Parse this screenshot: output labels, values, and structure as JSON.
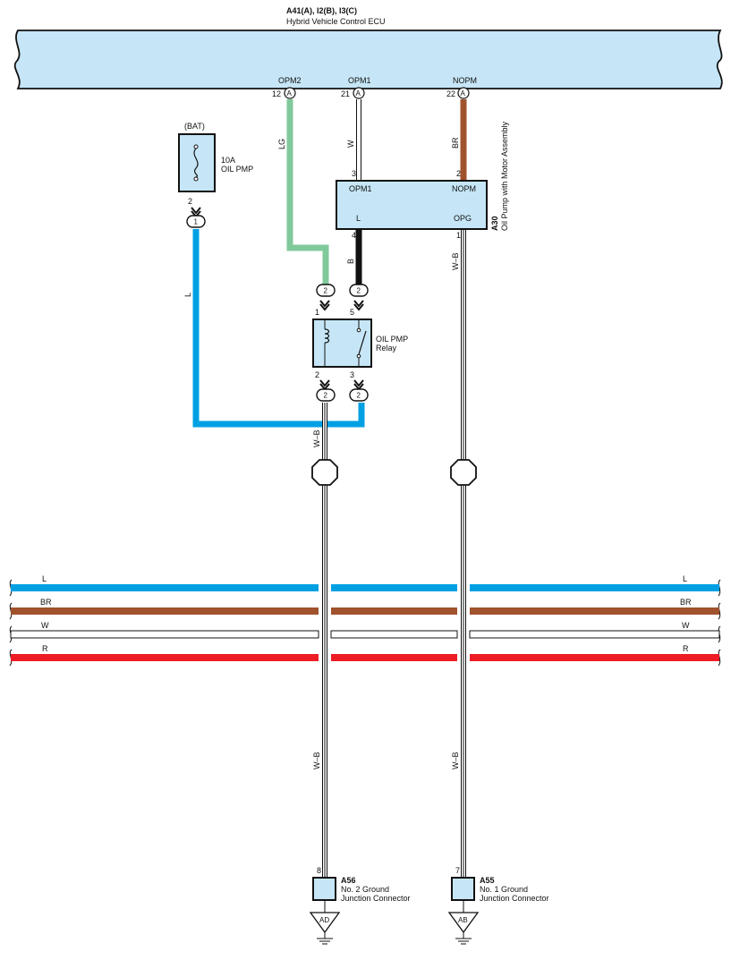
{
  "ecu": {
    "code": "A41(A), I2(B), I3(C)",
    "name": "Hybrid Vehicle Control ECU",
    "pins": [
      {
        "signal": "OPM2",
        "pin": "12",
        "conn": "A"
      },
      {
        "signal": "OPM1",
        "pin": "21",
        "conn": "A"
      },
      {
        "signal": "NOPM",
        "pin": "22",
        "conn": "A"
      }
    ]
  },
  "fuse": {
    "source": "(BAT)",
    "rating": "10A",
    "name": "OIL PMP",
    "pin": "2",
    "junction": "1"
  },
  "pump": {
    "code": "A30",
    "name": "Oil Pump with Motor Assembly",
    "terminals": {
      "opm1": "OPM1",
      "nopm": "NOPM",
      "l": "L",
      "opg": "OPG"
    },
    "pins": {
      "opm1": "3",
      "nopm": "2",
      "l": "4",
      "opg": "1"
    }
  },
  "relay": {
    "name_line1": "OIL PMP",
    "name_line2": "Relay",
    "pins": {
      "p1": "1",
      "p5": "5",
      "p2": "2",
      "p3": "3"
    },
    "connectors": {
      "top_left": "2",
      "top_right": "2",
      "bottom_left": "2",
      "bottom_right": "2"
    }
  },
  "wires": {
    "opm2": "LG",
    "opm1": "W",
    "nopm": "BR",
    "relay_l": "B",
    "fuse_l": "L",
    "ground_upper": "W–B",
    "pump_gnd_upper": "W–B",
    "ground_lower": "W–B",
    "pump_gnd_lower": "W–B"
  },
  "bus": [
    {
      "label": "L",
      "color": "#00a0e3"
    },
    {
      "label": "BR",
      "color": "#a0522d"
    },
    {
      "label": "W",
      "color": "#ffffff"
    },
    {
      "label": "R",
      "color": "#ee1c25"
    }
  ],
  "grounds": [
    {
      "code": "A56",
      "line1": "No.  2 Ground",
      "line2": "Junction Connector",
      "pin": "8",
      "point": "AD"
    },
    {
      "code": "A55",
      "line1": "No.  1 Ground",
      "line2": "Junction Connector",
      "pin": "7",
      "point": "AB"
    }
  ],
  "colors": {
    "component_fill": "#c6e6f7",
    "wire_lg": "#80c99b",
    "wire_br": "#a0522d",
    "wire_l": "#00a0e3",
    "wire_r": "#ee1c25",
    "wire_b": "#111111"
  }
}
